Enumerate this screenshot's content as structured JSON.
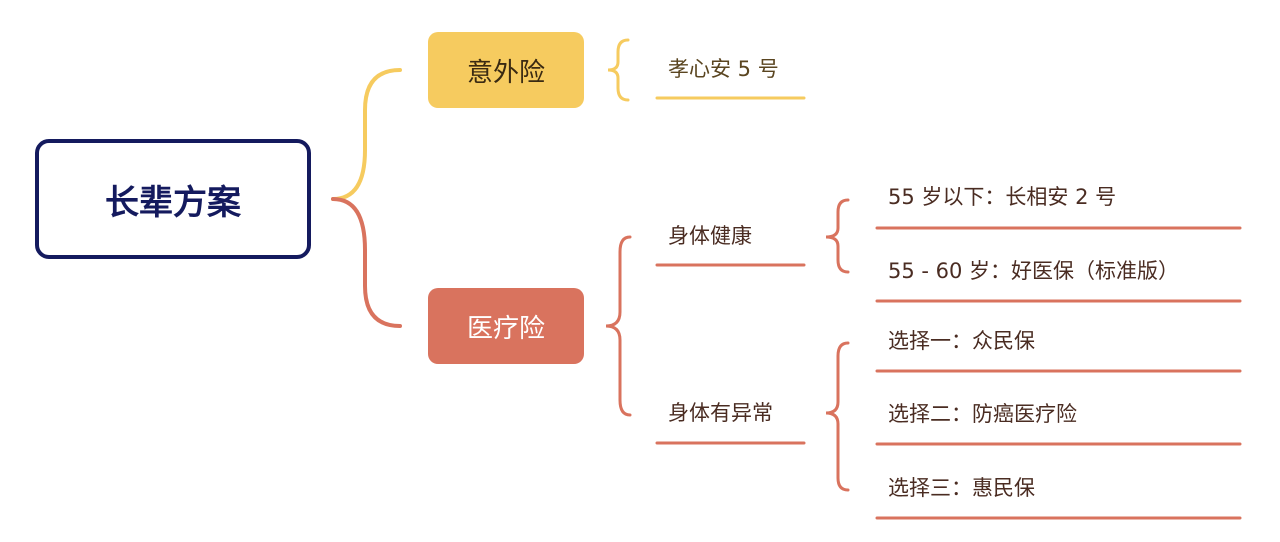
{
  "root": {
    "label": "长辈方案"
  },
  "branches": [
    {
      "label": "意外险",
      "color": "#f6cb5f",
      "children": [
        {
          "label": "孝心安 5 号"
        }
      ]
    },
    {
      "label": "医疗险",
      "color": "#d9735e",
      "children": [
        {
          "label": "身体健康",
          "children": [
            {
              "label": "55 岁以下：长相安 2 号"
            },
            {
              "label": "55  - 60 岁：好医保（标准版）"
            }
          ]
        },
        {
          "label": "身体有异常",
          "children": [
            {
              "label": "选择一：众民保"
            },
            {
              "label": "选择二：防癌医疗险"
            },
            {
              "label": "选择三：惠民保"
            }
          ]
        }
      ]
    }
  ],
  "colors": {
    "root_border": "#141a5e",
    "accident": "#f6cb5f",
    "medical": "#d9735e"
  }
}
